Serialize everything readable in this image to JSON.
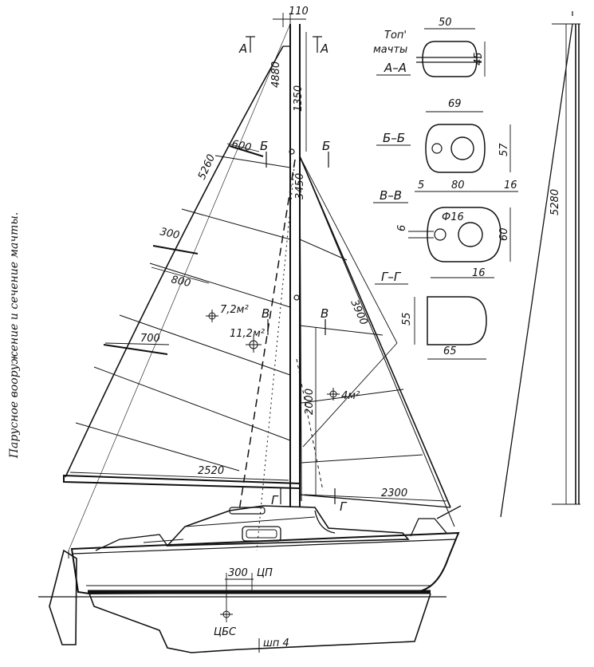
{
  "caption": "Парусное вооружение и сечение мачты.",
  "colors": {
    "ink": "#111111",
    "hatch": "#222222",
    "background": "#ffffff"
  },
  "labels": {
    "d110": "110",
    "secA1": "А",
    "secA2": "А",
    "d4880": "4880",
    "d1350": "1350",
    "d600": "600",
    "secB1": "Б",
    "secB2": "Б",
    "d5260": "5260",
    "d3450": "3450",
    "d300a": "300",
    "d800": "800",
    "area72": "7,2м²",
    "area112": "11,2м²",
    "secV1": "В",
    "secV2": "В",
    "d3900": "3900",
    "d700": "700",
    "area4": "4м²",
    "d2000": "2000",
    "d2520": "2520",
    "d2300": "2300",
    "secG1": "Г",
    "secG2": "Г",
    "d300b": "300",
    "cp": "ЦП",
    "clr": "ЦБС",
    "frame": "шп 4",
    "d5280": "5280"
  },
  "sections": {
    "top_title1": "Топ'",
    "top_title2": "мачты",
    "aa": "А–А",
    "aa_w": "50",
    "aa_h": "45",
    "bb": "Б–Б",
    "bb_w": "69",
    "bb_h": "57",
    "vv": "В–В",
    "vv_w": "80",
    "vv_l": "5",
    "vv_r": "16",
    "vv_d": "Ф16",
    "vv_6": "6",
    "vv_h": "60",
    "vv_b": "16",
    "gg": "Г–Г",
    "gg_h": "55",
    "gg_w": "65"
  }
}
